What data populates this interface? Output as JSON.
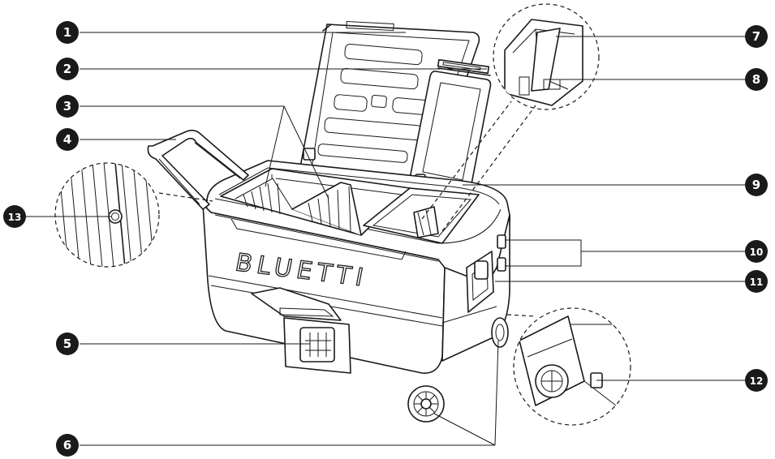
{
  "diagram": {
    "brand_label": "BLUETTI",
    "callouts": [
      "1",
      "2",
      "3",
      "4",
      "5",
      "6",
      "7",
      "8",
      "9",
      "10",
      "11",
      "12",
      "13"
    ],
    "colors": {
      "ink": "#1a1a1a",
      "paper": "#ffffff"
    }
  }
}
